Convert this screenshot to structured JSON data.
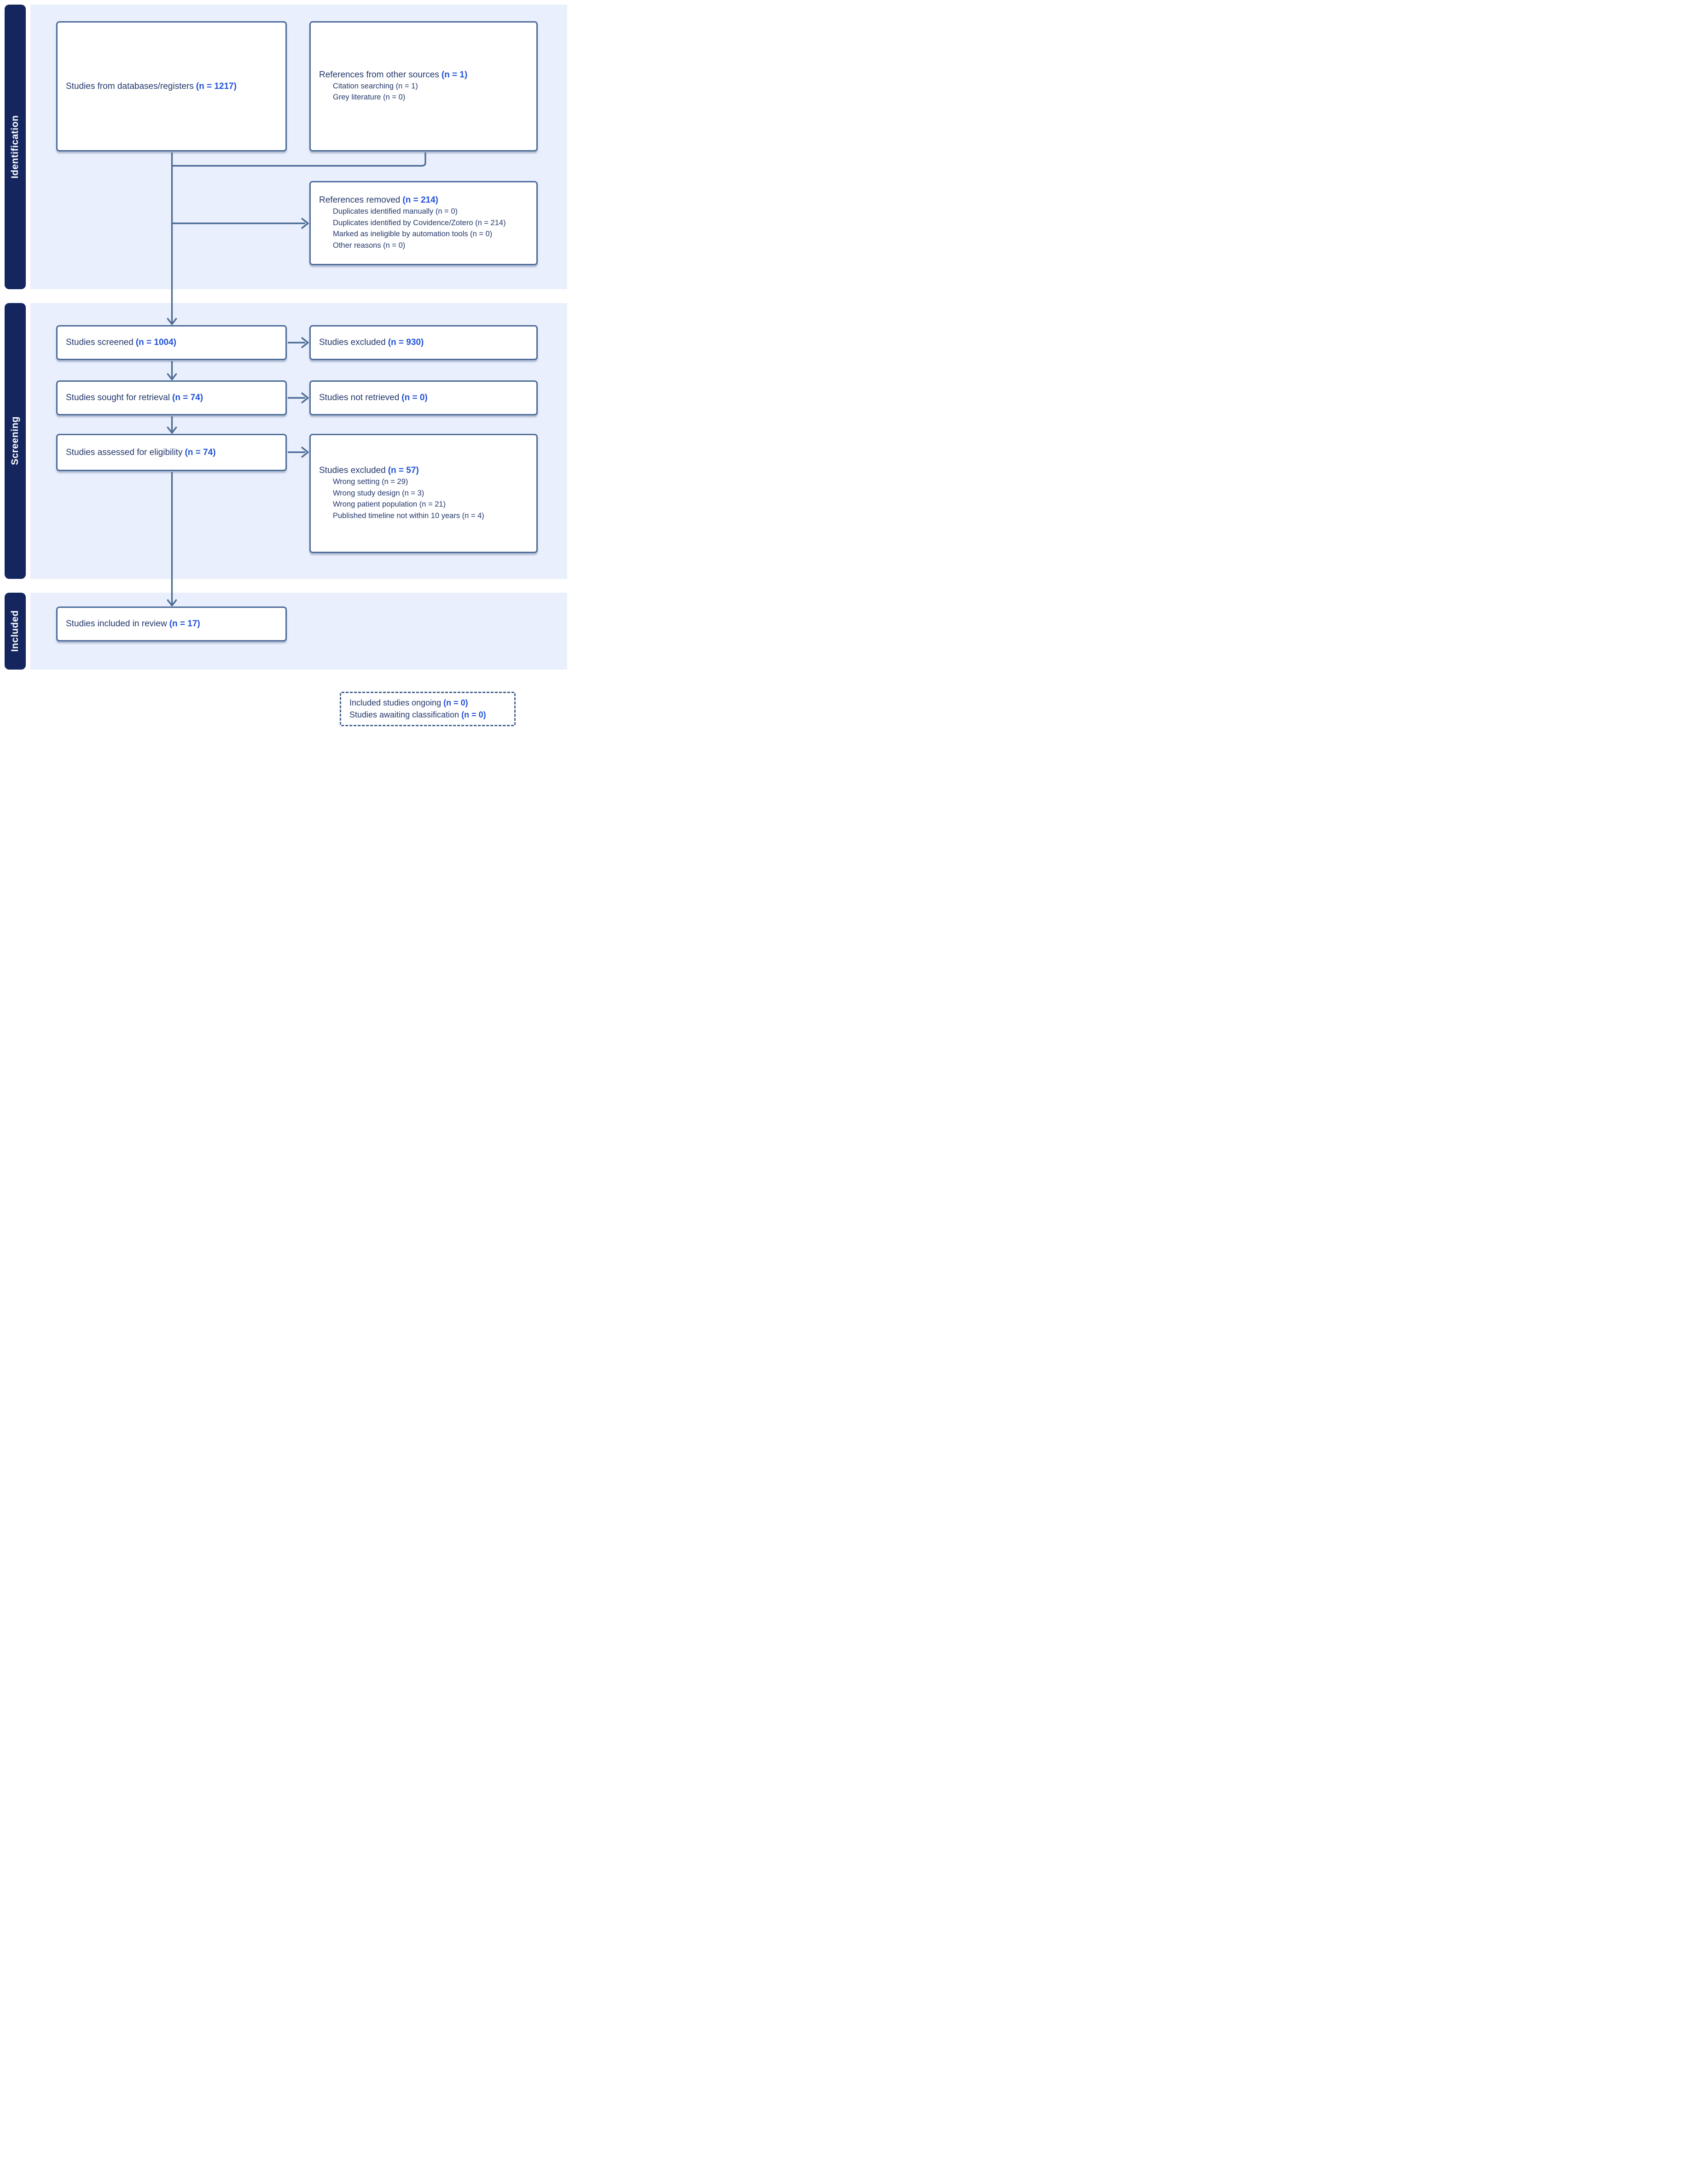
{
  "sections": {
    "identification": "Identification",
    "screening": "Screening",
    "included": "Included"
  },
  "boxes": {
    "databases": {
      "label": "Studies from databases/registers",
      "n": "(n = 1217)"
    },
    "other_sources": {
      "label": "References from other sources",
      "n": "(n = 1)",
      "items": [
        "Citation searching (n = 1)",
        "Grey literature (n = 0)"
      ]
    },
    "refs_removed": {
      "label": "References removed",
      "n": "(n = 214)",
      "items": [
        "Duplicates identified manually (n = 0)",
        "Duplicates identified by Covidence/Zotero (n = 214)",
        "Marked as ineligible by automation tools (n = 0)",
        "Other reasons (n = 0)"
      ]
    },
    "screened": {
      "label": "Studies screened",
      "n": "(n = 1004)"
    },
    "excluded_screening": {
      "label": "Studies excluded",
      "n": "(n = 930)"
    },
    "sought": {
      "label": "Studies sought for retrieval",
      "n": "(n = 74)"
    },
    "not_retrieved": {
      "label": "Studies not retrieved",
      "n": "(n = 0)"
    },
    "assessed": {
      "label": "Studies assessed for eligibility",
      "n": "(n = 74)"
    },
    "excluded_eligibility": {
      "label": "Studies excluded",
      "n": "(n = 57)",
      "items": [
        "Wrong setting (n = 29)",
        "Wrong study design (n = 3)",
        "Wrong patient population (n = 21)",
        "Published timeline not within 10 years (n = 4)"
      ]
    },
    "included_review": {
      "label": "Studies included in review",
      "n": "(n = 17)"
    },
    "ongoing": {
      "line1_label": "Included studies ongoing",
      "line1_n": "(n = 0)",
      "line2_label": "Studies awaiting classification",
      "line2_n": "(n = 0)"
    }
  },
  "colors": {
    "sidebar_navy": "#15265e",
    "band_light_blue": "#e9effc",
    "box_border_slate": "#4d6c9a",
    "connector_slate": "#4e6d96",
    "text_navy": "#24386b",
    "count_blue": "#2151d8"
  }
}
